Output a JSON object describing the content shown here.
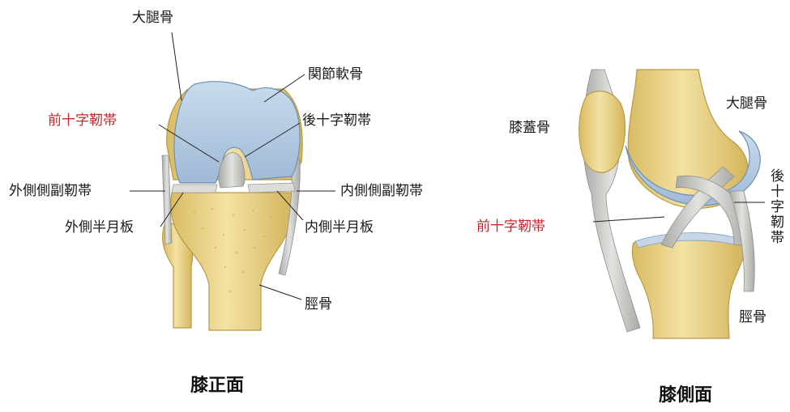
{
  "front": {
    "caption": "膝正面",
    "labels": {
      "femur": "大腿骨",
      "articular_cartilage": "関節軟骨",
      "acl": "前十字靭帯",
      "pcl": "後十字靭帯",
      "lcl": "外側側副靭帯",
      "mcl": "内側側副靭帯",
      "lateral_meniscus": "外側半月板",
      "medial_meniscus": "内側半月板",
      "tibia": "脛骨"
    }
  },
  "side": {
    "caption": "膝側面",
    "labels": {
      "patella": "膝蓋骨",
      "femur": "大腿骨",
      "acl": "前十字靭帯",
      "pcl": "後十字靭帯",
      "tibia": "脛骨"
    }
  },
  "colors": {
    "bone": "#ecd690",
    "bone_dark": "#c8a94a",
    "cartilage": "#b9d0e6",
    "cartilage_dark": "#7f9fc0",
    "ligament": "#c9c9c6",
    "acl_label": "#c0282d"
  }
}
